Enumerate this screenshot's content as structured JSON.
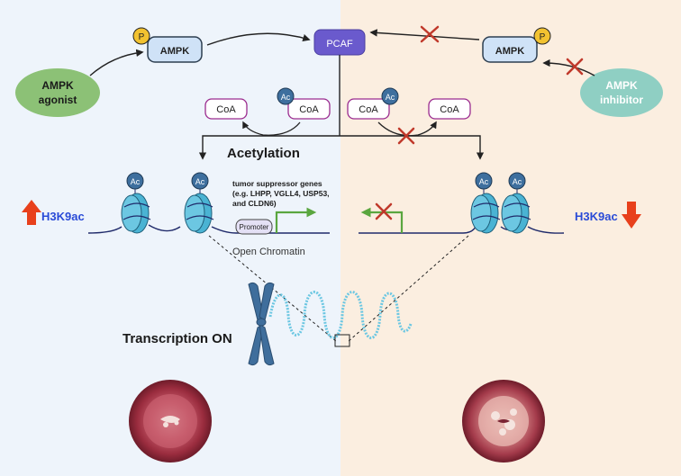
{
  "colors": {
    "left_bg": "#eef4fb",
    "right_bg": "#fbeee0",
    "pcaf": "#6a5acd",
    "ampk_fill": "#cfe2f7",
    "agonist": "#8cc176",
    "inhibitor": "#8fcfc3",
    "coa_border": "#9b2c8f",
    "ac_fill": "#3e6f9e",
    "nucleosome": "#4ab3d3",
    "promoter_arrow": "#5aa63f",
    "inhibit_x": "#c0392b",
    "up_arrow": "#e8401c",
    "h3k9ac_text": "#2a4bd7",
    "chromosome": "#3f6e9c",
    "tissue": "#a8364a"
  },
  "labels": {
    "pcaf": "PCAF",
    "ampk": "AMPK",
    "p": "P",
    "agonist_line1": "AMPK",
    "agonist_line2": "agonist",
    "inhibitor_line1": "AMPK",
    "inhibitor_line2": "inhibitor",
    "coa": "CoA",
    "ac": "Ac",
    "acetylation": "Acetylation",
    "tsg_line1": "tumor suppressor genes",
    "tsg_line2": "(e.g. LHPP, VGLL4, USP53,",
    "tsg_line3": "and CLDN6)",
    "promoter": "Promoter",
    "open_chromatin": "Open Chromatin",
    "h3k9ac": "H3K9ac",
    "transcription_on": "Transcription ON"
  },
  "icons": [
    "inhibition-x-icon",
    "up-arrow-icon",
    "down-arrow-icon",
    "chromosome-icon",
    "dna-coil-icon",
    "cervix-tissue-icon",
    "nucleosome-icon"
  ]
}
